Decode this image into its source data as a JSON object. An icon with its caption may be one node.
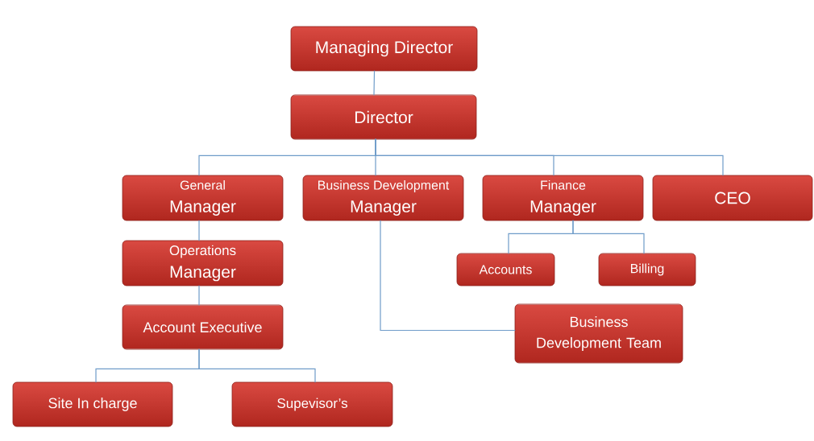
{
  "diagram": {
    "nodes": [
      {
        "text": [
          "Managing Director"
        ]
      },
      {
        "text": [
          "Director"
        ]
      },
      {
        "text": [
          "General",
          "Manager"
        ]
      },
      {
        "text": [
          "Business Development",
          "Manager"
        ]
      },
      {
        "text": [
          "Finance",
          "Manager"
        ]
      },
      {
        "text": [
          "CEO"
        ]
      },
      {
        "text": [
          "Operations",
          "Manager"
        ]
      },
      {
        "text": [
          "Accounts"
        ]
      },
      {
        "text": [
          "Billing"
        ]
      },
      {
        "text": [
          "Account Executive"
        ]
      },
      {
        "text": [
          "Business Development Team"
        ]
      },
      {
        "text": [
          "Site In charge"
        ]
      },
      {
        "text": [
          "Supevisor’s"
        ]
      }
    ],
    "edges": [
      {
        "from": 0,
        "to": 1,
        "arrow": "none"
      },
      {
        "from": 1,
        "to": 2,
        "arrow": "none"
      },
      {
        "from": 1,
        "to": 3,
        "arrow": "none"
      },
      {
        "from": 1,
        "to": 4,
        "arrow": "none"
      },
      {
        "from": 1,
        "to": 5,
        "arrow": "none"
      },
      {
        "from": 2,
        "to": 6,
        "arrow": "none"
      },
      {
        "from": 3,
        "to": 10,
        "arrow": "none"
      },
      {
        "from": 4,
        "to": 7,
        "arrow": "none"
      },
      {
        "from": 4,
        "to": 8,
        "arrow": "none"
      },
      {
        "from": 6,
        "to": 9,
        "arrow": "none"
      },
      {
        "from": 9,
        "to": 11,
        "arrow": "none"
      },
      {
        "from": 9,
        "to": 12,
        "arrow": "none"
      }
    ]
  }
}
